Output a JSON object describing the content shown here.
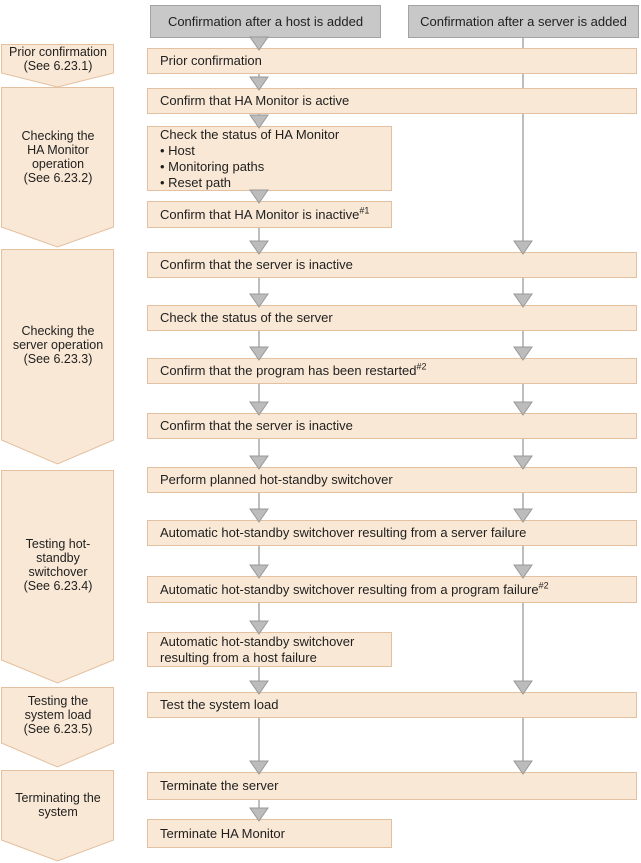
{
  "columns": {
    "host_header": "Confirmation after a host is added",
    "server_header": "Confirmation after a server is added"
  },
  "phases": [
    {
      "label": "Prior confirmation\n(See 6.23.1)"
    },
    {
      "label": "Checking the\nHA Monitor\noperation\n(See 6.23.2)"
    },
    {
      "label": "Checking the\nserver operation\n(See 6.23.3)"
    },
    {
      "label": "Testing hot-\nstandby\nswitchover\n(See 6.23.4)"
    },
    {
      "label": "Testing the\nsystem load\n(See 6.23.5)"
    },
    {
      "label": "Terminating the\nsystem"
    }
  ],
  "steps": [
    {
      "text": "Prior confirmation"
    },
    {
      "text": "Confirm that HA Monitor is active"
    },
    {
      "text": "Check the status of HA Monitor\n• Host\n• Monitoring paths\n• Reset path"
    },
    {
      "text": "Confirm that HA Monitor is inactive",
      "footnote": "#1"
    },
    {
      "text": "Confirm that the server is inactive"
    },
    {
      "text": "Check the status of the server"
    },
    {
      "text": "Confirm that the program has been restarted",
      "footnote": "#2"
    },
    {
      "text": "Confirm that the server is inactive"
    },
    {
      "text": "Perform planned hot-standby switchover"
    },
    {
      "text": "Automatic hot-standby switchover resulting from a server failure"
    },
    {
      "text": "Automatic hot-standby switchover resulting from a program failure",
      "footnote": "#2"
    },
    {
      "text": "Automatic hot-standby switchover\nresulting from a host failure"
    },
    {
      "text": "Test the system load"
    },
    {
      "text": "Terminate the server"
    },
    {
      "text": "Terminate HA Monitor"
    }
  ],
  "colors": {
    "step_fill": "#f9e8d5",
    "step_border": "#e3c0a0",
    "header_fill": "#c8c8c8",
    "header_border": "#a3a3a3",
    "connector": "#a9a9a9",
    "arrowhead_fill": "#bcbcbc",
    "arrowhead_border": "#999999",
    "text": "#1f1f1f"
  }
}
